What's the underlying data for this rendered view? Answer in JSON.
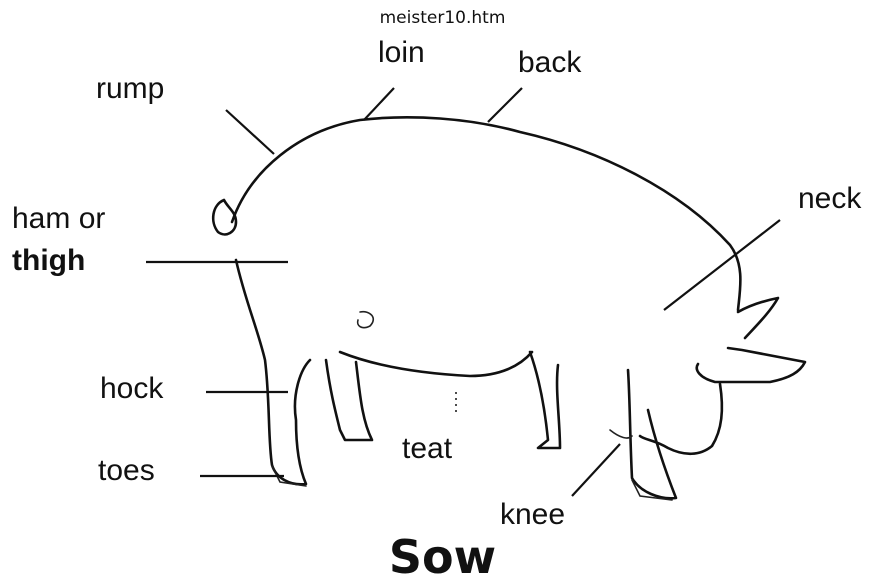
{
  "document": {
    "title": "meister10.htm",
    "caption": "Sow"
  },
  "labels": {
    "rump": "rump",
    "loin": "loin",
    "back": "back",
    "neck": "neck",
    "ham_line1": "ham or",
    "ham_line2": "thigh",
    "hock": "hock",
    "toes": "toes",
    "teat": "teat",
    "knee": "knee"
  }
}
